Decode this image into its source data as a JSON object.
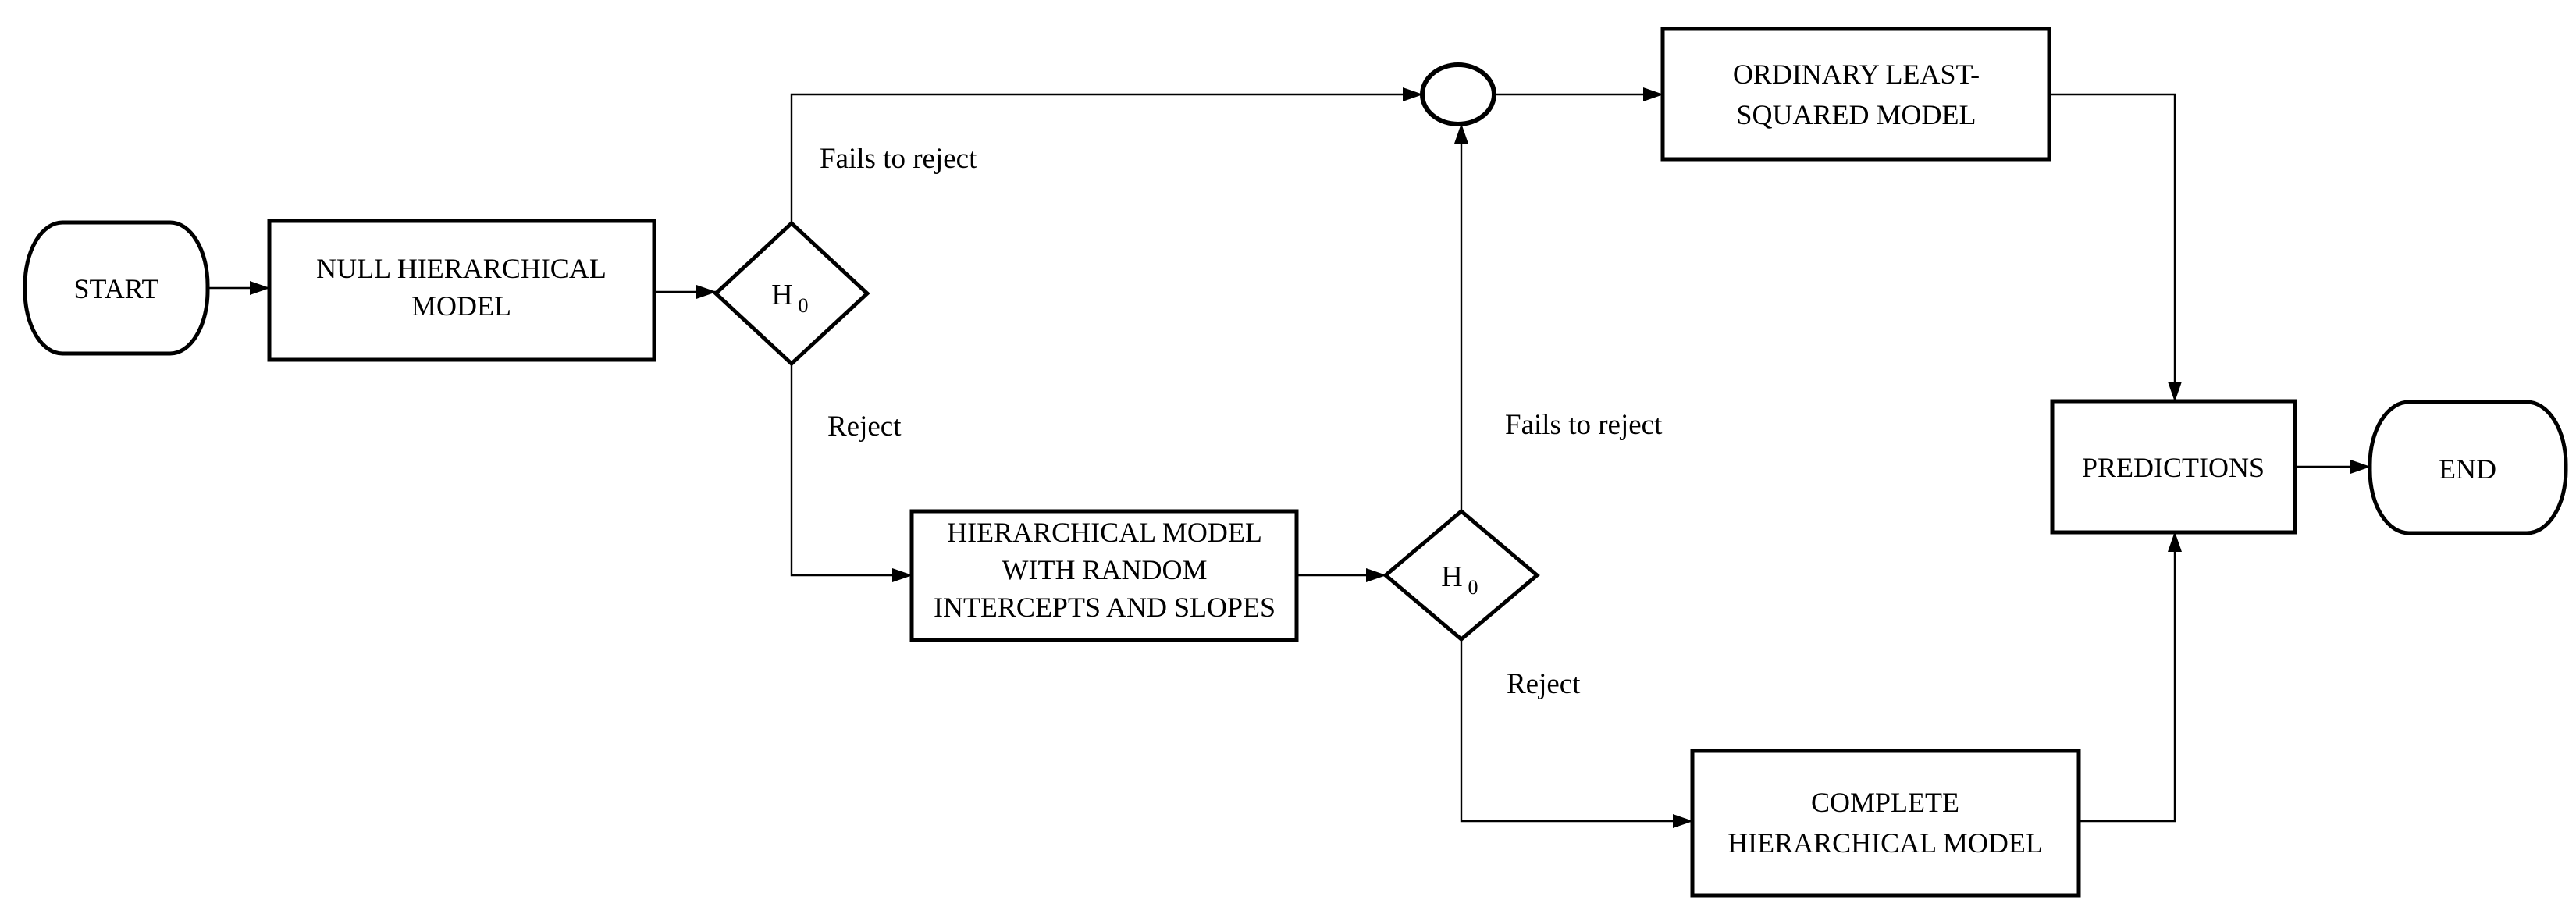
{
  "diagram": {
    "type": "flowchart",
    "background_color": "#ffffff",
    "line_color": "#000000",
    "nodes": {
      "start": {
        "shape": "terminator",
        "label": "START"
      },
      "null_hierarchical_model": {
        "shape": "process",
        "line1": "NULL HIERARCHICAL",
        "line2": "MODEL"
      },
      "decision1": {
        "shape": "decision",
        "label_main": "H",
        "label_sub": "0"
      },
      "junction": {
        "shape": "connector-circle"
      },
      "ordinary_least_squared_model": {
        "shape": "process",
        "line1": "ORDINARY LEAST-",
        "line2": "SQUARED MODEL"
      },
      "hierarchical_model_random": {
        "shape": "process",
        "line1": "HIERARCHICAL MODEL",
        "line2": "WITH RANDOM",
        "line3": "INTERCEPTS AND SLOPES"
      },
      "decision2": {
        "shape": "decision",
        "label_main": "H",
        "label_sub": "0"
      },
      "complete_hierarchical_model": {
        "shape": "process",
        "line1": "COMPLETE",
        "line2": "HIERARCHICAL MODEL"
      },
      "predictions": {
        "shape": "process",
        "label": "PREDICTIONS"
      },
      "end": {
        "shape": "terminator",
        "label": "END"
      }
    },
    "edge_labels": {
      "fails_to_reject_1": "Fails to reject",
      "reject_1": "Reject",
      "fails_to_reject_2": "Fails to reject",
      "reject_2": "Reject"
    }
  }
}
